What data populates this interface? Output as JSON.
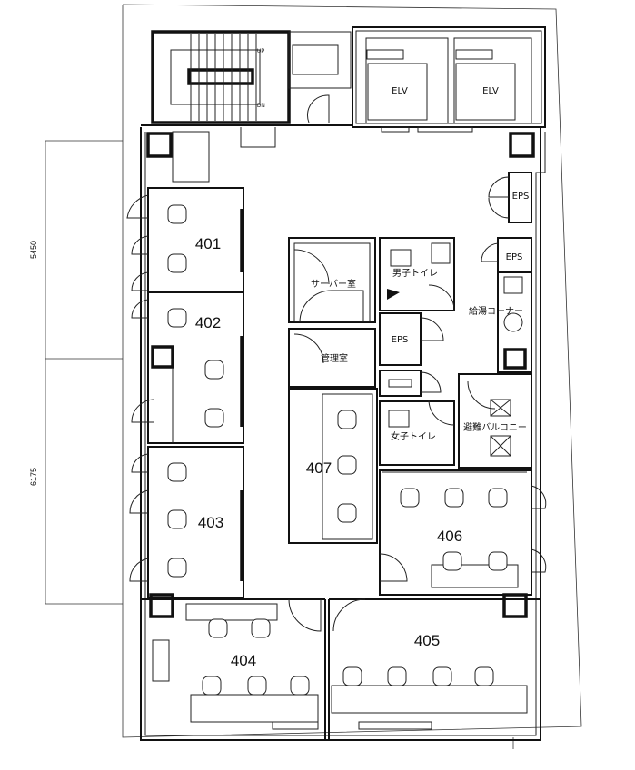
{
  "dimensions": {
    "upper": "5450",
    "lower": "6175"
  },
  "stairs": {
    "up": "UP",
    "down": "DN"
  },
  "elevators": [
    "ELV",
    "ELV"
  ],
  "rooms": {
    "r401": "401",
    "r402": "402",
    "r403": "403",
    "r404": "404",
    "r405": "405",
    "r406": "406",
    "r407": "407"
  },
  "facilities": {
    "server_room": "サーバー室",
    "mens_toilet": "男子トイレ",
    "womens_toilet": "女子トイレ",
    "management_room": "管理室",
    "kitchenette": "給湯コーナー",
    "evacuation_balcony": "避難バルコニー",
    "eps_center": "EPS",
    "eps_right_top": "EPS",
    "eps_right": "EPS"
  }
}
